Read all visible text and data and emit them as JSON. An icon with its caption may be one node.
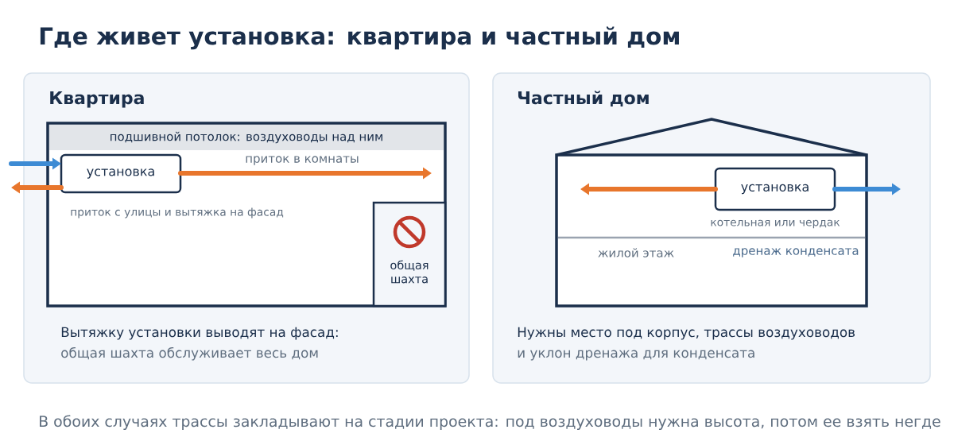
{
  "diagram": {
    "title": "Где живет установка: квартира и частный дом",
    "caption": "В обоих случаях трассы закладывают на стадии проекта: под воздуховоды нужна высота, потом ее взять негде",
    "nodes": [
      {
        "text": [
          "Квартира",
          "Вытяжку установки выводят на фасад:",
          "общая шахта обслуживает весь дом"
        ]
      },
      {
        "text": [],
        "shape": "box",
        "in": 0
      },
      {
        "text": [
          "подшивной потолок: воздуховоды над ним"
        ],
        "in": 1
      },
      {
        "text": [
          "установка"
        ],
        "in": 1,
        "beside": [
          "приток с улицы и вытяжка на фасад"
        ]
      },
      {
        "text": [
          "общая шахта"
        ],
        "in": 1
      },
      {
        "text": [
          "Частный дом",
          "Нужны место под корпус, трассы воздуховодов",
          "и уклон дренажа для конденсата"
        ]
      },
      {
        "text": [],
        "shape": "house",
        "in": 5
      },
      {
        "text": [
          "установка"
        ],
        "in": 6,
        "beside": [
          "котельная или чердак"
        ]
      }
    ],
    "edges": [
      {
        "from": null,
        "to": 3,
        "arrow": "to",
        "color": "#3d8bd4"
      },
      {
        "from": 3,
        "to": null,
        "arrow": "to"
      },
      {
        "from": 3,
        "to": null,
        "arrow": "to",
        "label": "приток в комнаты"
      },
      {
        "from": 7,
        "to": null,
        "arrow": "to"
      },
      {
        "from": 7,
        "to": null,
        "arrow": "to",
        "color": "#3d8bd4"
      }
    ],
    "labels": [
      "жилой этаж",
      "дренаж конденсата"
    ]
  }
}
